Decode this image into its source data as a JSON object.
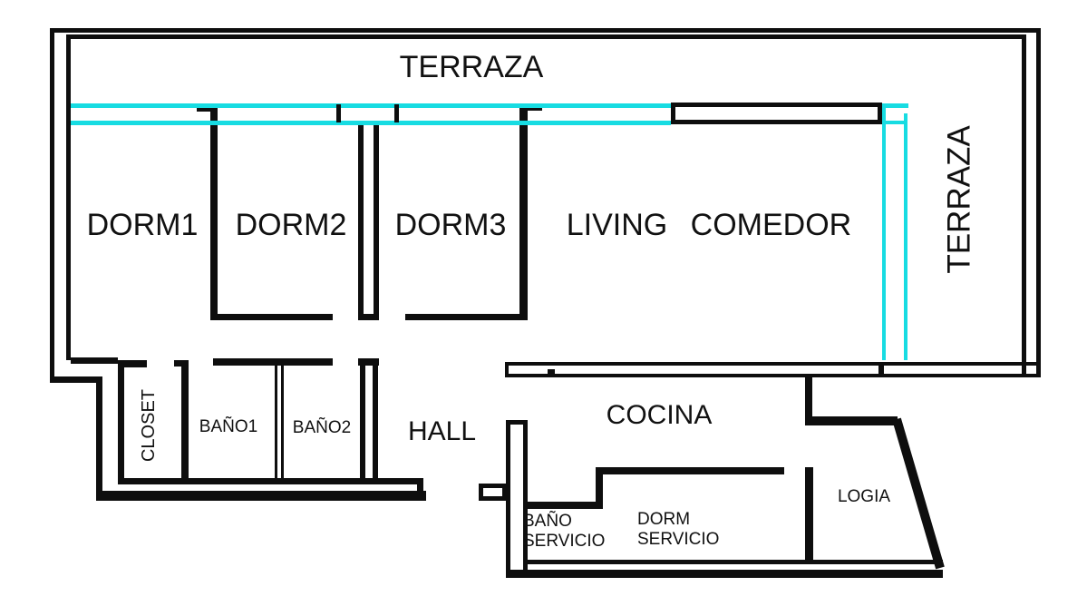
{
  "plan": {
    "type": "apartment-floor-plan",
    "colors": {
      "wall": "#0e0e0e",
      "window_line": "#17dce2",
      "background": "#ffffff",
      "text": "#111111"
    },
    "labels": {
      "terraza_top": "TERRAZA",
      "terraza_right": "TERRAZA",
      "dorm1": "DORM1",
      "dorm2": "DORM2",
      "dorm3": "DORM3",
      "living_comedor": "LIVING COMEDOR",
      "closet": "CLOSET",
      "bano1": "BAÑO1",
      "bano2": "BAÑO2",
      "hall": "HALL",
      "cocina": "COCINA",
      "bano_servicio_line1": "BAÑO",
      "bano_servicio_line2": "SERVICIO",
      "dorm_servicio_line1": "DORM",
      "dorm_servicio_line2": "SERVICIO",
      "logia": "LOGIA"
    }
  }
}
